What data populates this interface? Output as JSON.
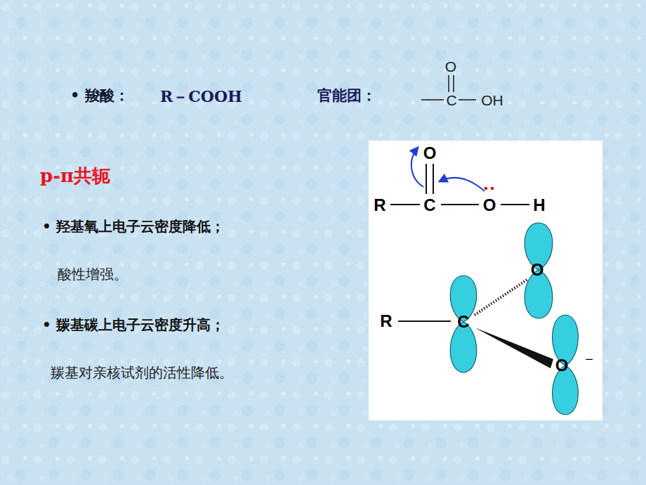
{
  "diagram": {
    "labels": [
      "• 羧酸：",
      "R－COOH",
      "官能团：",
      "O",
      "C",
      "OH",
      "p-π共轭",
      "• 羟基氧上电子云密度降低；",
      "酸性增强。",
      "• 羰基碳上电子云密度升高；",
      "羰基对亲核试剂的活性降低。",
      "O",
      "R",
      "C",
      "O",
      "H",
      "O",
      "R",
      "C",
      "O",
      "−"
    ]
  }
}
